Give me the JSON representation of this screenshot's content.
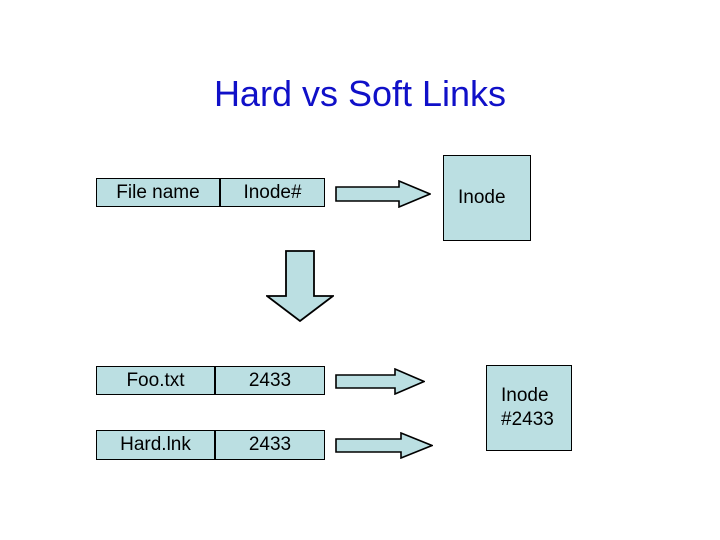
{
  "slide": {
    "title": "Hard vs Soft Links",
    "title_color": "#1010c8",
    "background": "#ffffff",
    "shape_fill": "#bbdfe2",
    "shape_stroke": "#000000"
  },
  "table": {
    "headers": {
      "file_name": "File name",
      "inode_number": "Inode#"
    },
    "rows": [
      {
        "file_name": "Foo.txt",
        "inode_number": "2433"
      },
      {
        "file_name": "Hard.lnk",
        "inode_number": "2433"
      }
    ]
  },
  "inode_boxes": {
    "top": {
      "label": "Inode"
    },
    "bottom": {
      "line1": "Inode",
      "line2": "#2433"
    }
  },
  "arrows": {
    "header_right": "right-arrow",
    "header_down": "down-arrow",
    "row1_right": "right-arrow",
    "row2_right": "right-arrow"
  }
}
